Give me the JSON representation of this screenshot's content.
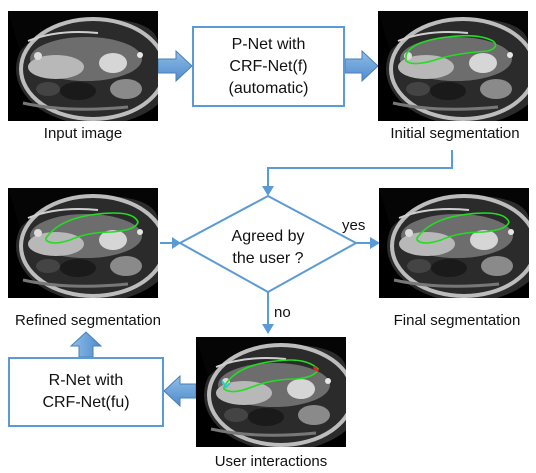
{
  "nodes": {
    "input_image": {
      "caption": "Input image"
    },
    "initial_segmentation": {
      "caption": "Initial segmentation"
    },
    "refined_segmentation": {
      "caption": "Refined segmentation"
    },
    "final_segmentation": {
      "caption": "Final segmentation"
    },
    "user_interactions": {
      "caption": "User interactions"
    },
    "pnet_box": {
      "line1": "P-Net with",
      "line2": "CRF-Net(f)",
      "line3": "(automatic)"
    },
    "rnet_box": {
      "line1": "R-Net with",
      "line2": "CRF-Net(fu)"
    },
    "decision": {
      "line1": "Agreed by",
      "line2": "the user ?"
    }
  },
  "edge_labels": {
    "yes": "yes",
    "no": "no"
  },
  "colors": {
    "box_border": "#5b9bd5",
    "arrow_fill": "#5b9bd5",
    "connector": "#5b9bd5",
    "segmentation": "#22dd22",
    "foreground_click": "#22ccdd",
    "background_click": "#ee2222"
  }
}
